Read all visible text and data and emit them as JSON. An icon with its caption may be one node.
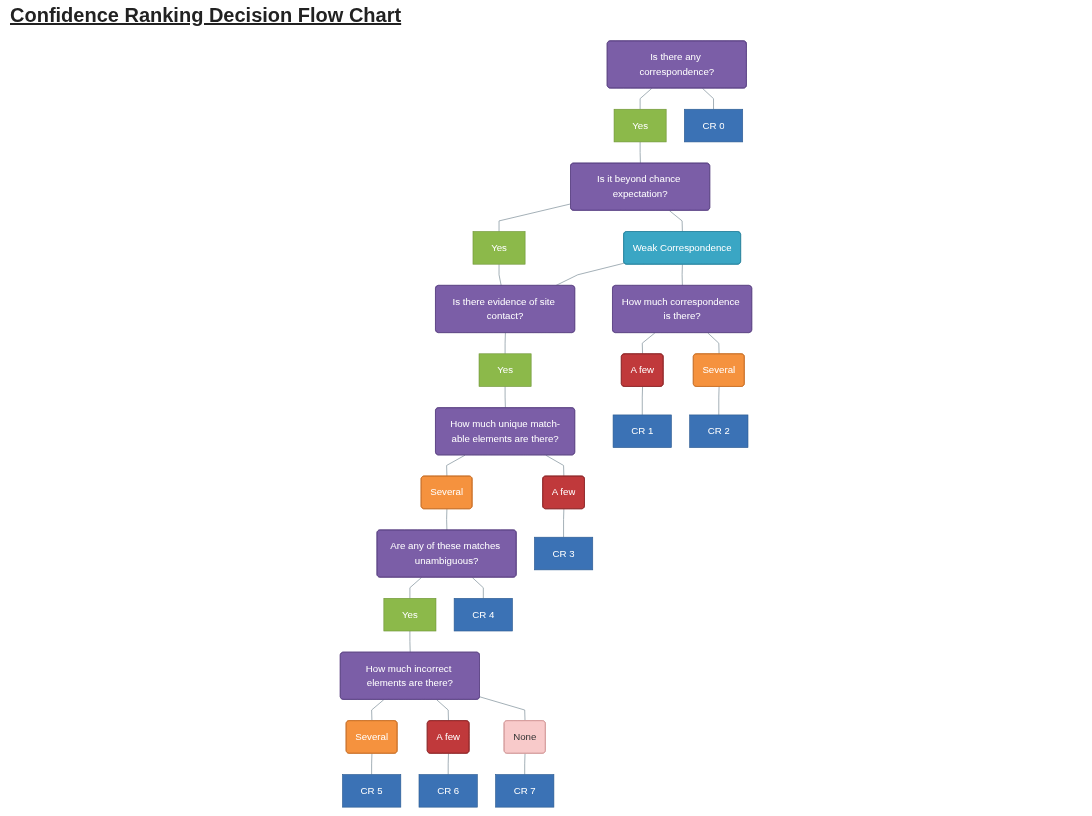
{
  "diagram": {
    "title": "Confidence Ranking Decision Flow Chart",
    "nodes": [
      {
        "text": [
          "Is there any correspondence?"
        ]
      },
      {
        "text": [
          "Yes"
        ]
      },
      {
        "text": [
          "Is it beyond chance expectation?"
        ]
      },
      {
        "text": [
          "Yes"
        ]
      },
      {
        "text": [
          "Weak Correspondence"
        ]
      },
      {
        "text": [
          "Is there evidence of site contact?"
        ]
      },
      {
        "text": [
          "Yes"
        ]
      },
      {
        "text": [
          "How much correspondence is there?"
        ]
      },
      {
        "text": [
          "How much unique match-able elements are there?"
        ]
      },
      {
        "text": [
          "A few"
        ]
      },
      {
        "text": [
          "Several"
        ]
      },
      {
        "text": [
          "A few"
        ]
      },
      {
        "text": [
          "Several"
        ]
      },
      {
        "text": [
          "Are any of these matches unambiguous?"
        ]
      },
      {
        "text": [
          "Yes"
        ]
      },
      {
        "text": [
          "How much incorrect elements are there?"
        ]
      },
      {
        "text": [
          "Several"
        ]
      },
      {
        "text": [
          "A few"
        ]
      },
      {
        "text": [
          "None"
        ]
      },
      {
        "text": [
          "CR 0"
        ]
      },
      {
        "text": [
          "CR 1"
        ]
      },
      {
        "text": [
          "CR 2"
        ]
      },
      {
        "text": [
          "CR 3"
        ]
      },
      {
        "text": [
          "CR 4"
        ]
      },
      {
        "text": [
          "CR 5"
        ]
      },
      {
        "text": [
          "CR 6"
        ]
      },
      {
        "text": [
          "CR 7"
        ]
      }
    ],
    "edges": [
      {
        "from": 0,
        "to": 1,
        "arrow": "none"
      },
      {
        "from": 0,
        "to": 19,
        "arrow": "none"
      },
      {
        "from": 1,
        "to": 2,
        "arrow": "none"
      },
      {
        "from": 2,
        "to": 3,
        "arrow": "none"
      },
      {
        "from": 2,
        "to": 4,
        "arrow": "none"
      },
      {
        "from": 3,
        "to": 5,
        "arrow": "none"
      },
      {
        "from": 4,
        "to": 5,
        "arrow": "none"
      },
      {
        "from": 4,
        "to": 7,
        "arrow": "none"
      },
      {
        "from": 5,
        "to": 6,
        "arrow": "none"
      },
      {
        "from": 6,
        "to": 8,
        "arrow": "none"
      },
      {
        "from": 7,
        "to": 9,
        "arrow": "none"
      },
      {
        "from": 7,
        "to": 10,
        "arrow": "none"
      },
      {
        "from": 8,
        "to": 11,
        "arrow": "none"
      },
      {
        "from": 8,
        "to": 12,
        "arrow": "none"
      },
      {
        "from": 9,
        "to": 20,
        "arrow": "none"
      },
      {
        "from": 10,
        "to": 21,
        "arrow": "none"
      },
      {
        "from": 11,
        "to": 22,
        "arrow": "none"
      },
      {
        "from": 12,
        "to": 13,
        "arrow": "none"
      },
      {
        "from": 13,
        "to": 23,
        "arrow": "none"
      },
      {
        "from": 13,
        "to": 14,
        "arrow": "none"
      },
      {
        "from": 14,
        "to": 15,
        "arrow": "none"
      },
      {
        "from": 15,
        "to": 16,
        "arrow": "none"
      },
      {
        "from": 15,
        "to": 17,
        "arrow": "none"
      },
      {
        "from": 15,
        "to": 18,
        "arrow": "none"
      },
      {
        "from": 16,
        "to": 24,
        "arrow": "none"
      },
      {
        "from": 17,
        "to": 25,
        "arrow": "none"
      },
      {
        "from": 18,
        "to": 26,
        "arrow": "none"
      }
    ]
  }
}
